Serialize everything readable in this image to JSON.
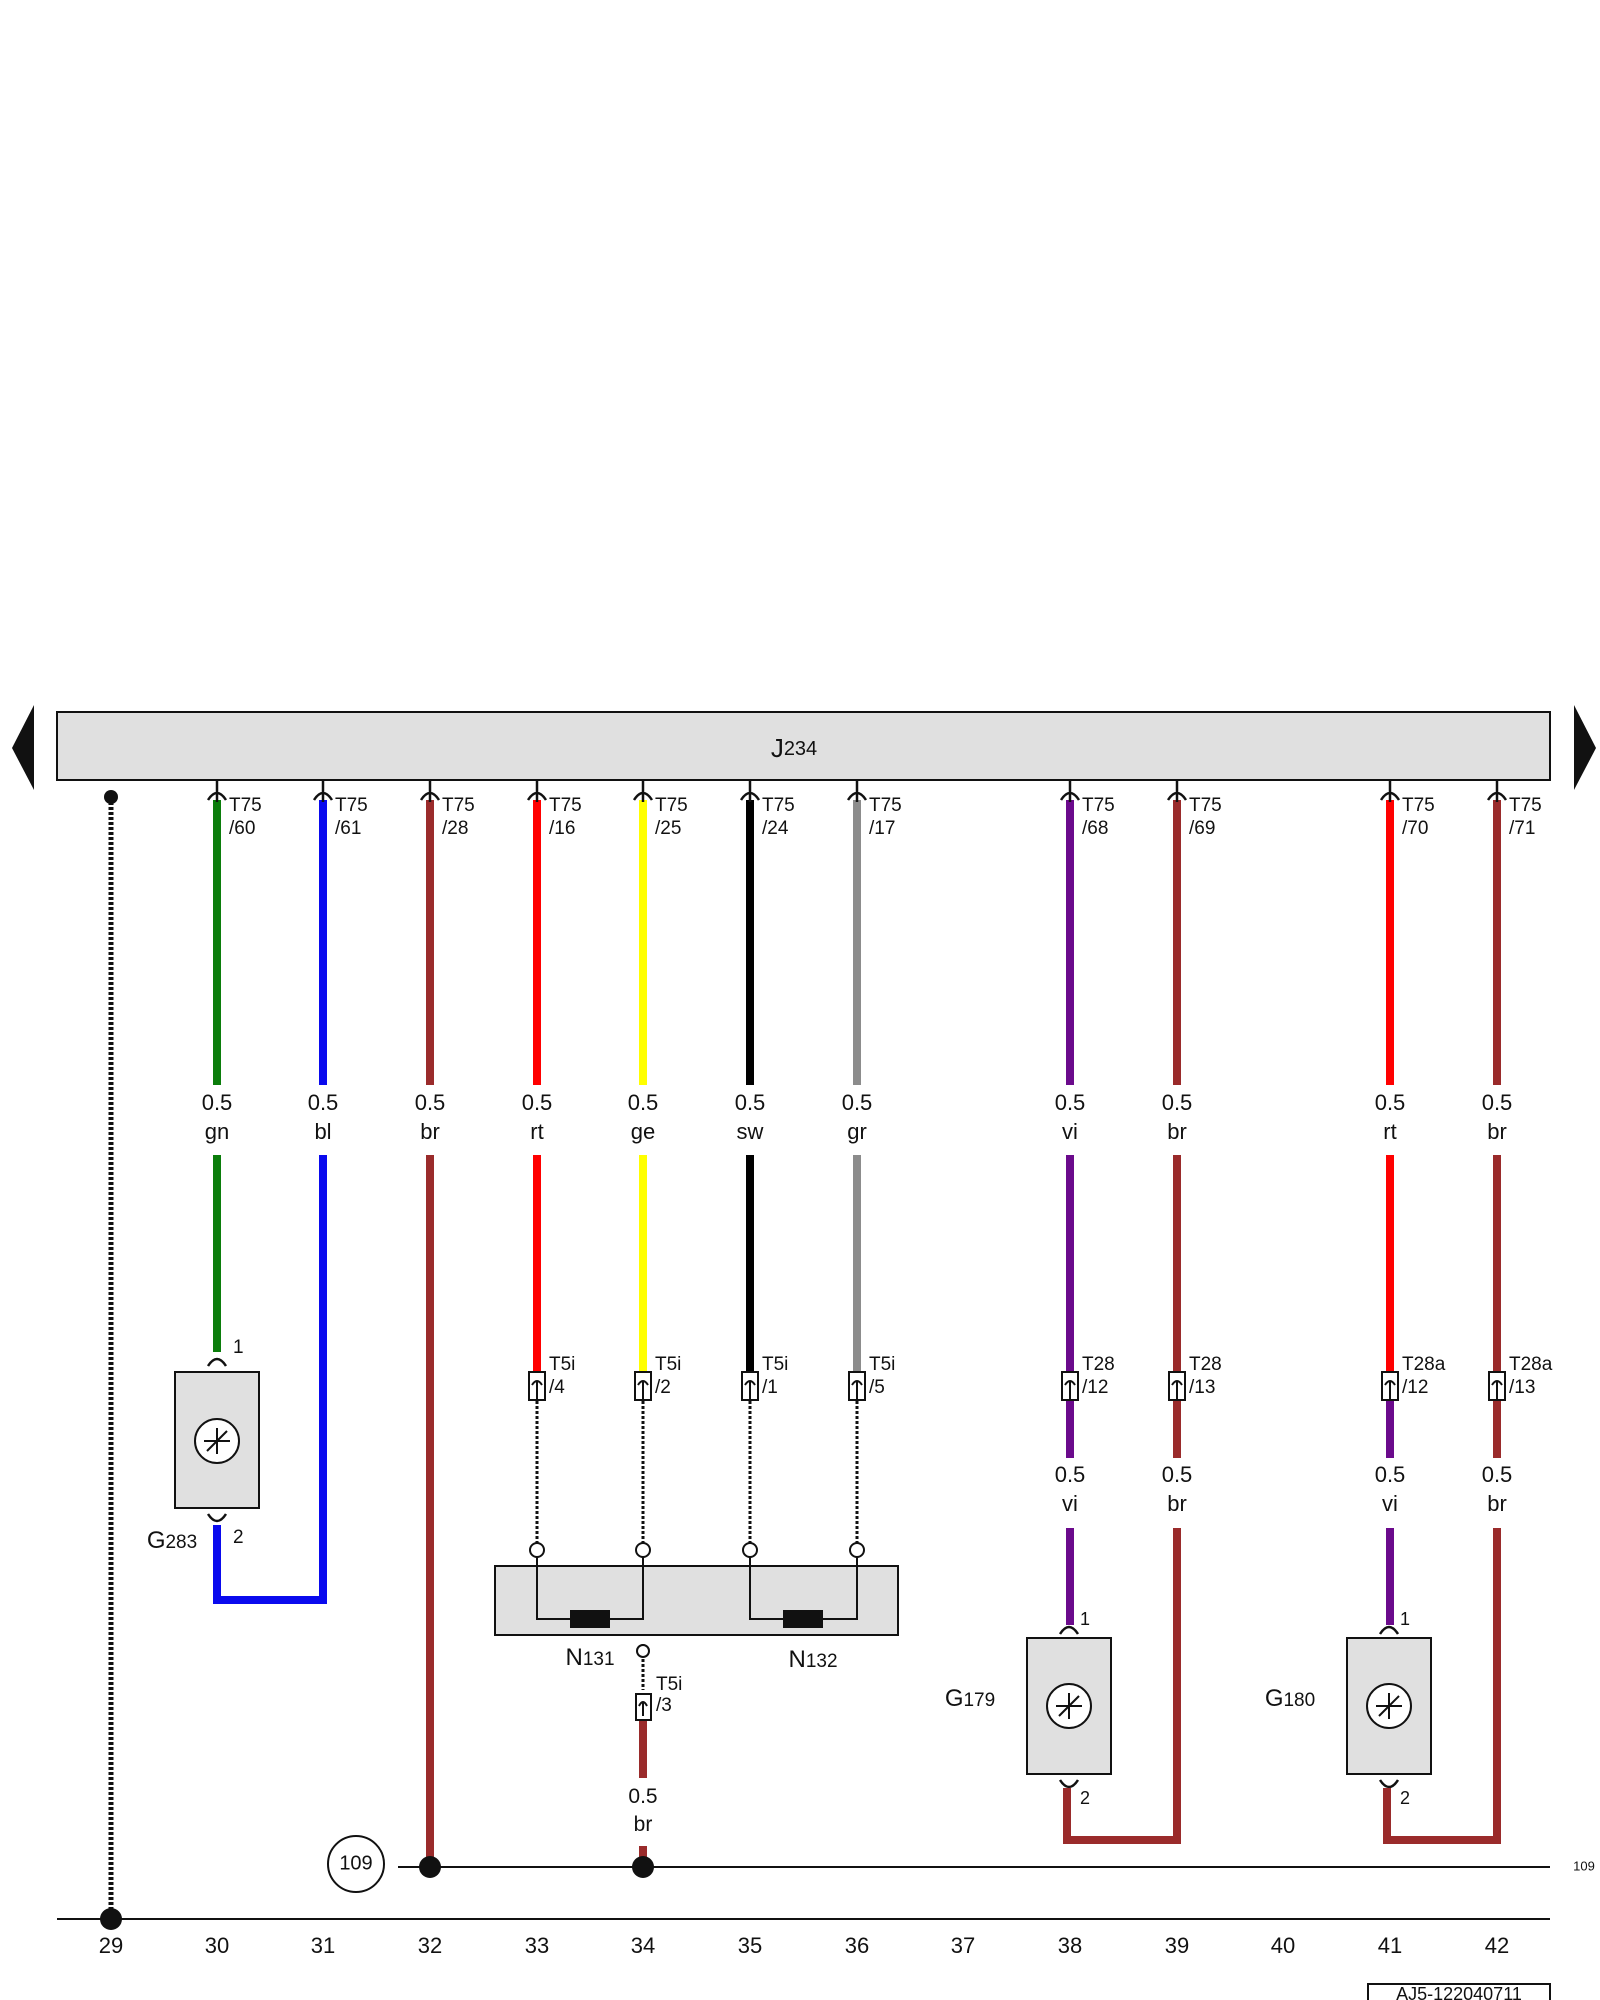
{
  "module": {
    "label_main": "J",
    "label_sub": "234"
  },
  "ground_ref": {
    "number": "109",
    "edge_label": "109"
  },
  "wire_colors": {
    "gn": "#0b7d0b",
    "bl": "#0a0aee",
    "br": "#9a2b2b",
    "rt": "#ff0000",
    "ge": "#ffff00",
    "sw": "#000000",
    "gr": "#8c8c8c",
    "vi": "#6b0a8c"
  },
  "wires": [
    {
      "cat": "30",
      "connector": "T75",
      "pin": "/60",
      "size": "0.5",
      "color": "gn"
    },
    {
      "cat": "31",
      "connector": "T75",
      "pin": "/61",
      "size": "0.5",
      "color": "bl"
    },
    {
      "cat": "32",
      "connector": "T75",
      "pin": "/28",
      "size": "0.5",
      "color": "br"
    },
    {
      "cat": "33",
      "connector": "T75",
      "pin": "/16",
      "size": "0.5",
      "color": "rt",
      "lower": {
        "connector": "T5i",
        "pin": "/4"
      }
    },
    {
      "cat": "34",
      "connector": "T75",
      "pin": "/25",
      "size": "0.5",
      "color": "ge",
      "lower": {
        "connector": "T5i",
        "pin": "/2"
      }
    },
    {
      "cat": "35",
      "connector": "T75",
      "pin": "/24",
      "size": "0.5",
      "color": "sw",
      "lower": {
        "connector": "T5i",
        "pin": "/1"
      }
    },
    {
      "cat": "36",
      "connector": "T75",
      "pin": "/17",
      "size": "0.5",
      "color": "gr",
      "lower": {
        "connector": "T5i",
        "pin": "/5"
      }
    },
    {
      "cat": "38",
      "connector": "T75",
      "pin": "/68",
      "size": "0.5",
      "color": "vi",
      "lower": {
        "connector": "T28",
        "pin": "/12",
        "size": "0.5",
        "color": "vi"
      }
    },
    {
      "cat": "39",
      "connector": "T75",
      "pin": "/69",
      "size": "0.5",
      "color": "br",
      "lower": {
        "connector": "T28",
        "pin": "/13",
        "size": "0.5",
        "color": "br"
      }
    },
    {
      "cat": "41",
      "connector": "T75",
      "pin": "/70",
      "size": "0.5",
      "color": "rt",
      "lower": {
        "connector": "T28a",
        "pin": "/12",
        "size": "0.5",
        "color": "vi"
      }
    },
    {
      "cat": "42",
      "connector": "T75",
      "pin": "/71",
      "size": "0.5",
      "color": "br",
      "lower": {
        "connector": "T28a",
        "pin": "/13",
        "size": "0.5",
        "color": "br"
      }
    }
  ],
  "components": {
    "g283": {
      "label_main": "G",
      "label_sub": "283",
      "pin_top": "1",
      "pin_bottom": "2"
    },
    "g179": {
      "label_main": "G",
      "label_sub": "179",
      "pin_top": "1",
      "pin_bottom": "2"
    },
    "g180": {
      "label_main": "G",
      "label_sub": "180",
      "pin_top": "1",
      "pin_bottom": "2"
    },
    "n131": {
      "label_main": "N",
      "label_sub": "131"
    },
    "n132": {
      "label_main": "N",
      "label_sub": "132"
    },
    "t5i3": {
      "connector": "T5i",
      "pin": "/3",
      "size": "0.5",
      "color": "br"
    }
  },
  "categories": [
    "29",
    "30",
    "31",
    "32",
    "33",
    "34",
    "35",
    "36",
    "37",
    "38",
    "39",
    "40",
    "41",
    "42"
  ],
  "doc_id": "AJ5-122040711"
}
